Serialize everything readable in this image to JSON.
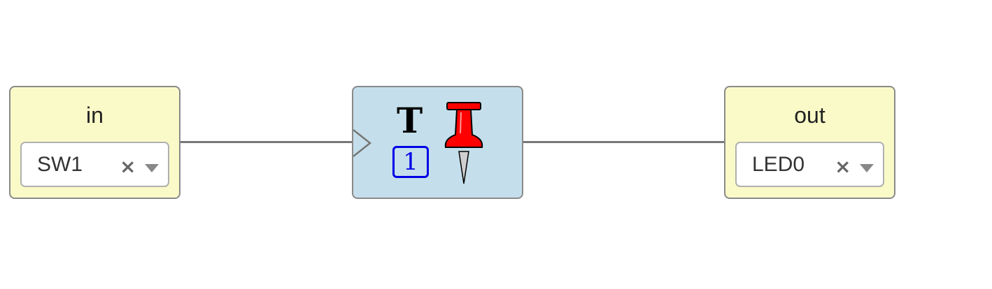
{
  "input_block": {
    "title": "in",
    "selected_value": "SW1",
    "clear_glyph": "×"
  },
  "logic_block": {
    "label": "T",
    "parameter": "1",
    "icon": "pushpin-icon",
    "accent_color": "#ff0000",
    "parameter_color": "#0000e6"
  },
  "output_block": {
    "title": "out",
    "selected_value": "LED0",
    "clear_glyph": "×"
  },
  "colors": {
    "io_block_bg": "#fafac8",
    "logic_block_bg": "#c4dfeb",
    "wire": "#777777"
  }
}
